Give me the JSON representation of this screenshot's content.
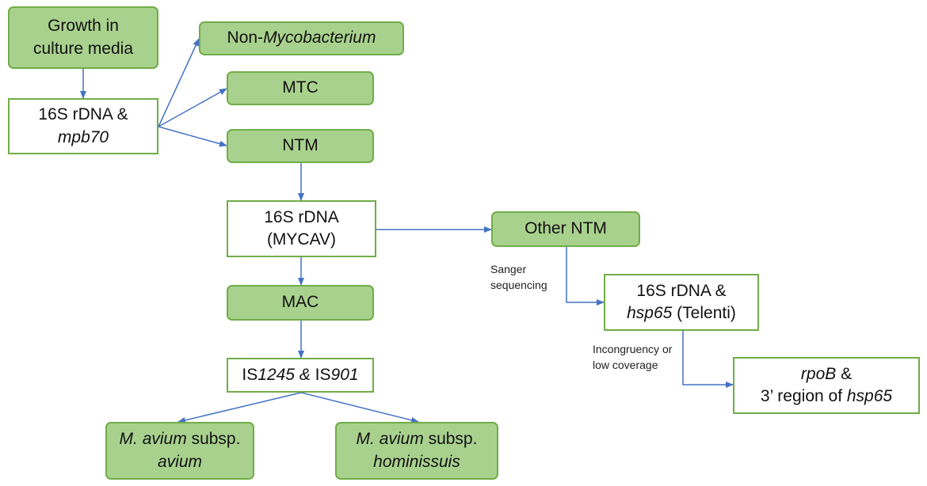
{
  "nodes": {
    "growth": {
      "line1": "Growth in",
      "line2": "culture media"
    },
    "rdna_mpb70": {
      "line1": "16S rDNA &",
      "line2_italic": "mpb70"
    },
    "non_myco": {
      "prefix": "Non-",
      "italic": "Mycobacterium"
    },
    "mtc": {
      "text": "MTC"
    },
    "ntm": {
      "text": "NTM"
    },
    "rdna_mycav": {
      "line1": "16S rDNA",
      "line2": "(MYCAV)"
    },
    "other_ntm": {
      "text": "Other NTM"
    },
    "mac": {
      "text": "MAC"
    },
    "is_box": {
      "p1": "IS",
      "i1": "1245 & ",
      "p2": "IS",
      "i2": "901"
    },
    "telenti": {
      "line1": "16S rDNA &",
      "line2_italic": "hsp65",
      "line2_rest": " (Telenti)"
    },
    "rpob": {
      "line1_italic": "rpoB",
      "line1_rest": " &",
      "line2_rest": "3’ region of ",
      "line2_italic": "hsp65"
    },
    "avium": {
      "italic1": "M. avium",
      "rest1": " subsp.",
      "italic2": "avium"
    },
    "hominissuis": {
      "italic1": "M. avium",
      "rest1": " subsp.",
      "italic2": "hominissuis"
    }
  },
  "edge_labels": {
    "sanger": {
      "line1": "Sanger",
      "line2": "sequencing"
    },
    "incongruency": {
      "line1": "Incongruency or",
      "line2": "low coverage"
    }
  },
  "colors": {
    "fill": "#a9d18e",
    "border": "#70ad47",
    "arrow": "#4472c4"
  }
}
